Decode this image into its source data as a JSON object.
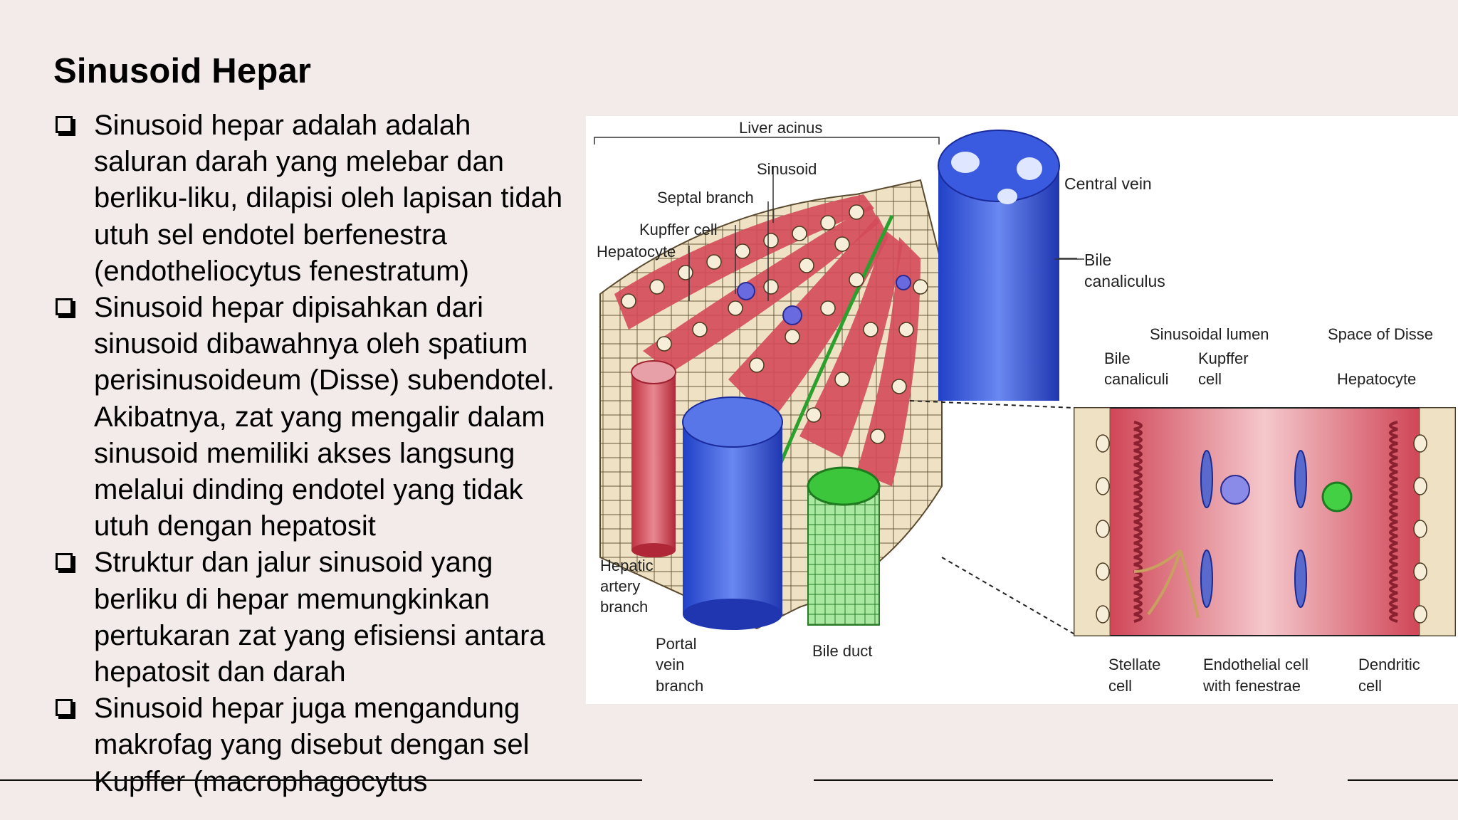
{
  "slide": {
    "title": "Sinusoid Hepar",
    "bullets": [
      "Sinusoid hepar adalah adalah saluran darah yang melebar dan berliku-liku, dilapisi oleh lapisan tidah utuh sel endotel berfenestra (endotheliocytus fenestratum)",
      "Sinusoid hepar dipisahkan dari sinusoid dibawahnya oleh spatium perisinusoideum (Disse) subendotel. Akibatnya, zat yang mengalir dalam sinusoid memiliki akses langsung melalui dinding endotel yang tidak utuh dengan hepatosit",
      "Struktur dan jalur sinusoid yang berliku di hepar memungkinkan pertukaran zat yang efisiensi antara hepatosit dan darah",
      "Sinusoid hepar juga mengandung makrofag yang disebut dengan sel Kupffer (macrophagocytus"
    ]
  },
  "figure": {
    "labels": {
      "liver_acinus": "Liver acinus",
      "sinusoid": "Sinusoid",
      "septal_branch": "Septal branch",
      "kupffer_cell": "Kupffer cell",
      "hepatocyte": "Hepatocyte",
      "central_vein": "Central vein",
      "bile_canaliculus_1": "Bile",
      "bile_canaliculus_2": "canaliculus",
      "sinusoidal_lumen": "Sinusoidal lumen",
      "space_of_disse": "Space of Disse",
      "bile_canaliculi_1": "Bile",
      "bile_canaliculi_2": "canaliculi",
      "kupffer_1": "Kupffer",
      "kupffer_2": "cell",
      "hepatocyte_right": "Hepatocyte",
      "hepatic_artery_1": "Hepatic",
      "hepatic_artery_2": "artery",
      "hepatic_artery_3": "branch",
      "portal_vein_1": "Portal",
      "portal_vein_2": "vein",
      "portal_vein_3": "branch",
      "bile_duct": "Bile duct",
      "stellate_1": "Stellate",
      "stellate_2": "cell",
      "endothelial_1": "Endothelial cell",
      "endothelial_2": "with fenestrae",
      "dendritic_1": "Dendritic",
      "dendritic_2": "cell"
    }
  }
}
